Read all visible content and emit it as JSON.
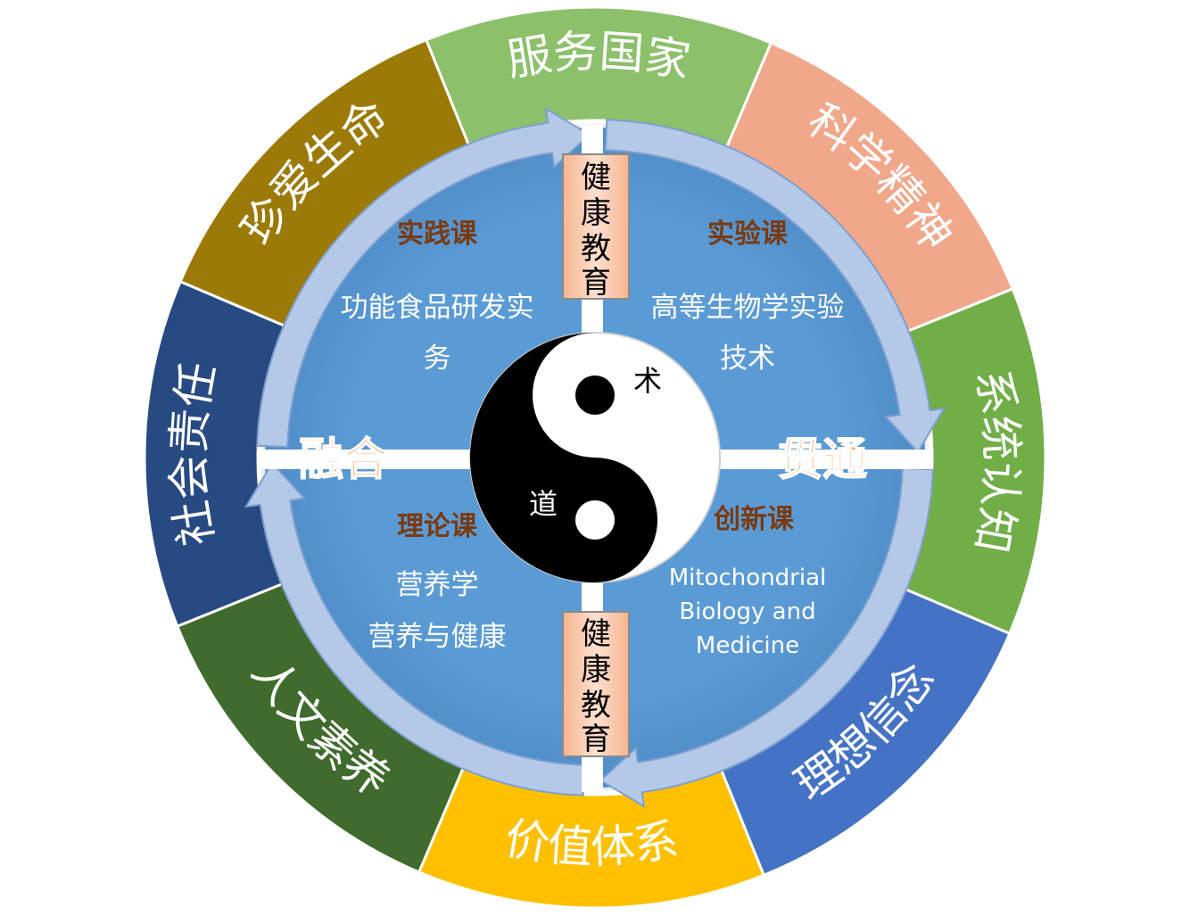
{
  "ring_segments": [
    {
      "text": "服务国家",
      "color": "#8cc06a"
    },
    {
      "text": "科学精神",
      "color": "#f0a78a"
    },
    {
      "text": "系统认知",
      "color": "#72ae48"
    },
    {
      "text": "理想信念",
      "color": "#4472c4"
    },
    {
      "text": "价值体系",
      "color": "#ffc000"
    },
    {
      "text": "人文素养",
      "color": "#3f6b2c"
    },
    {
      "text": "社会责任",
      "color": "#284a83"
    },
    {
      "text": "珍爱生命",
      "color": "#9c7a08"
    }
  ],
  "quadrants": {
    "top_left": {
      "category": "实践课",
      "lines": [
        "功能食品研发实",
        "务"
      ]
    },
    "top_right": {
      "category": "实验课",
      "lines": [
        "高等生物学实验",
        "技术"
      ]
    },
    "bottom_left": {
      "category": "理论课",
      "lines": [
        "营养学",
        "营养与健康"
      ]
    },
    "bottom_right": {
      "category": "创新课",
      "lines": [
        "Mitochondrial",
        "Biology  and",
        "Medicine"
      ]
    }
  },
  "center_labels": {
    "left": "融合",
    "right": "贯通"
  },
  "yin_yang": {
    "top": "术",
    "bottom": "道"
  },
  "health_box": {
    "top_lines": [
      "健",
      "康",
      "教",
      "育"
    ],
    "bottom_lines": [
      "健",
      "康",
      "教",
      "育"
    ]
  },
  "colors": {
    "disc": "#5b9bd5",
    "arrow": "#b4c9e8",
    "box": "#fac5a6",
    "category": "#7a3a10",
    "label": "#f5a05a"
  }
}
